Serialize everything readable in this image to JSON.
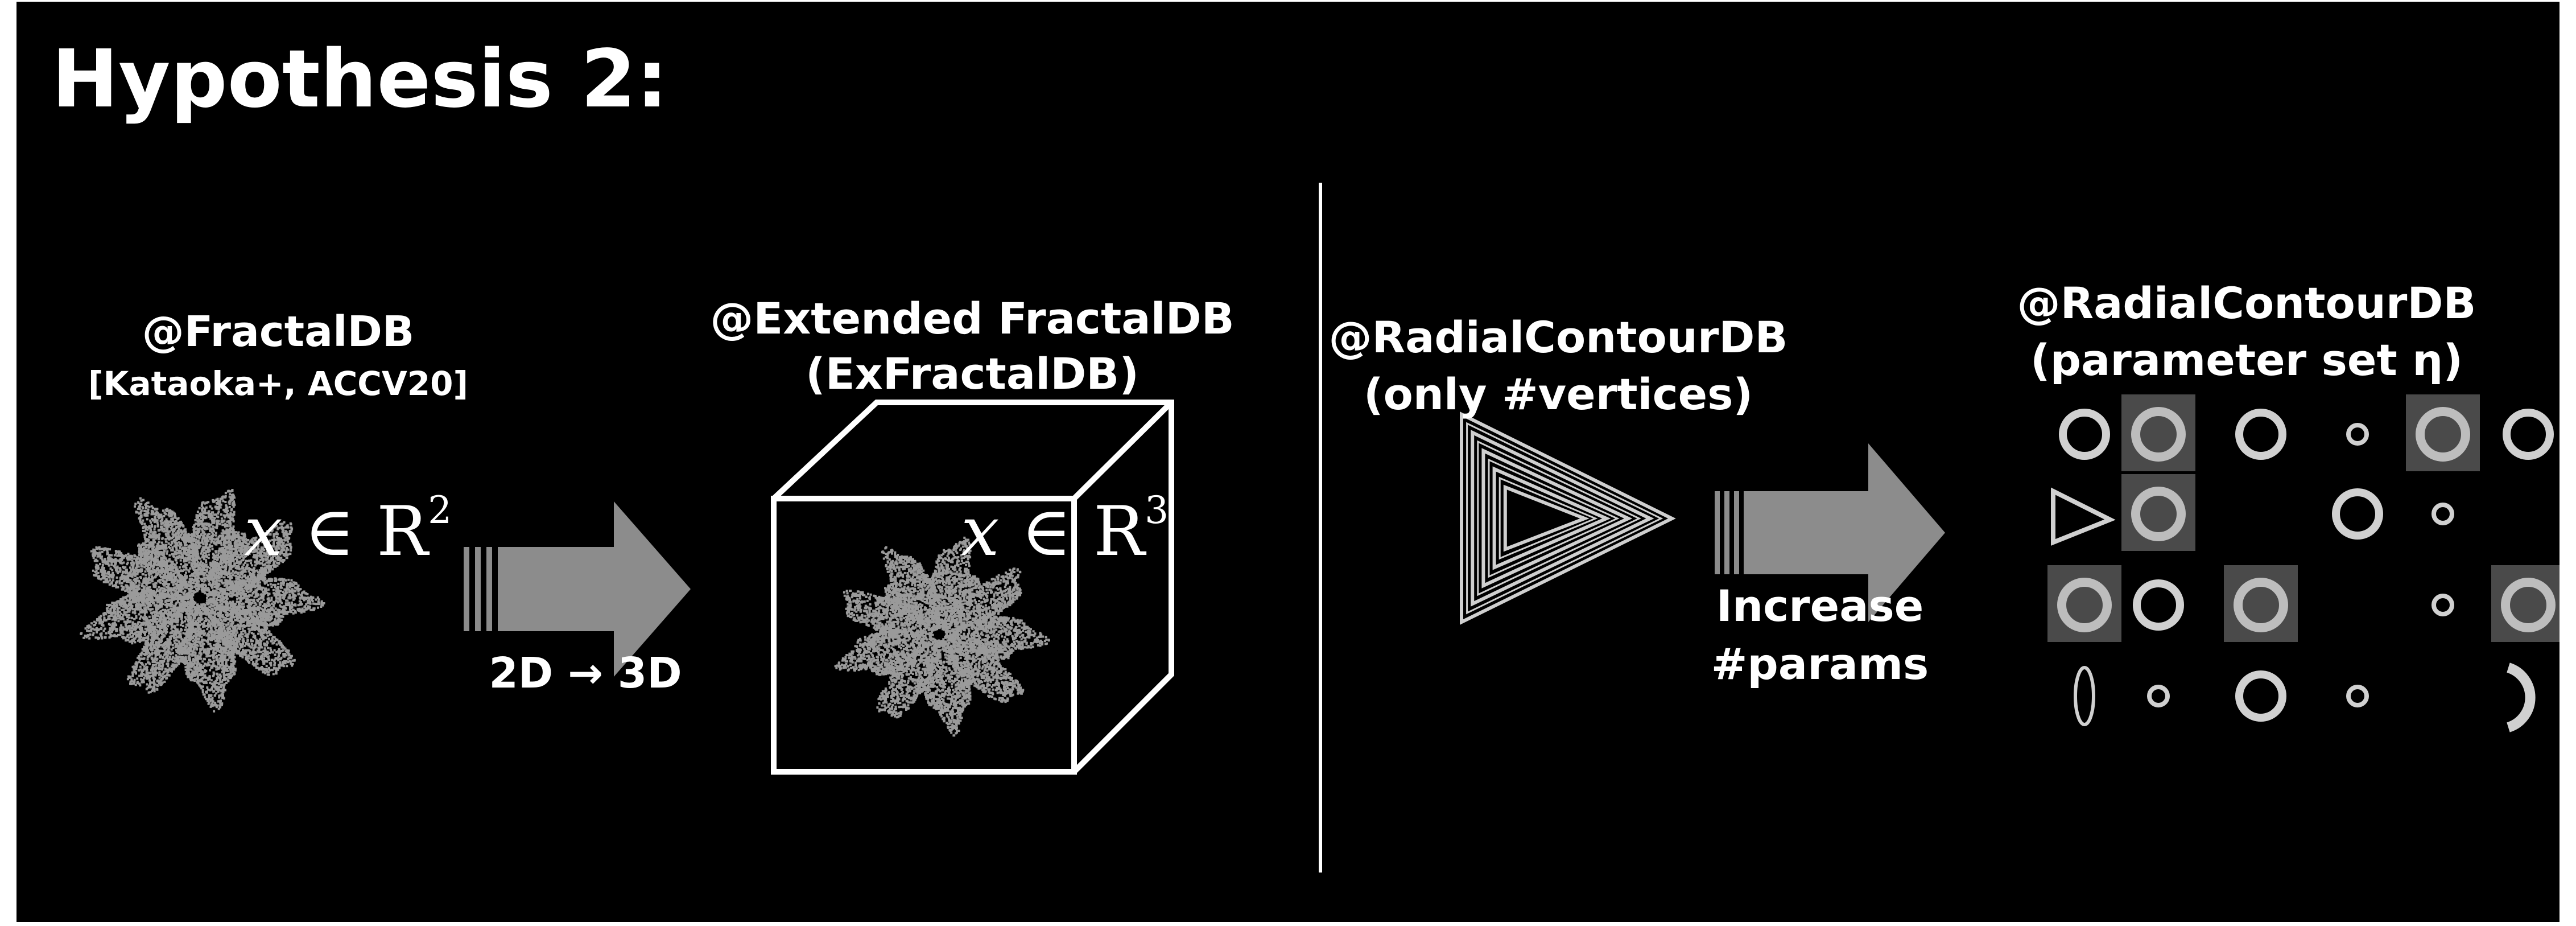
{
  "slide": {
    "title": "Hypothesis 2:",
    "fractaldb": {
      "name": "@FractalDB",
      "citation": "[Kataoka+, ACCV20]",
      "math_var": "x",
      "math_in": "∈ R",
      "math_exp": "2"
    },
    "arrow1": {
      "label": "2D → 3D"
    },
    "exfractaldb": {
      "name": "@Extended FractalDB",
      "abbrev": "(ExFractalDB)",
      "math_var": "x",
      "math_in": "∈ R",
      "math_exp": "3"
    },
    "radial_vertices": {
      "name": "@RadialContourDB",
      "subtitle": "(only #vertices)"
    },
    "arrow2": {
      "label_line1": "Increase",
      "label_line2": "#params"
    },
    "radial_params": {
      "name": "@RadialContourDB",
      "subtitle": "(parameter set η)"
    },
    "colors": {
      "background": "#000000",
      "text": "#ffffff",
      "arrow": "#8c8c8c",
      "fractal": "#9a9a9a"
    }
  }
}
